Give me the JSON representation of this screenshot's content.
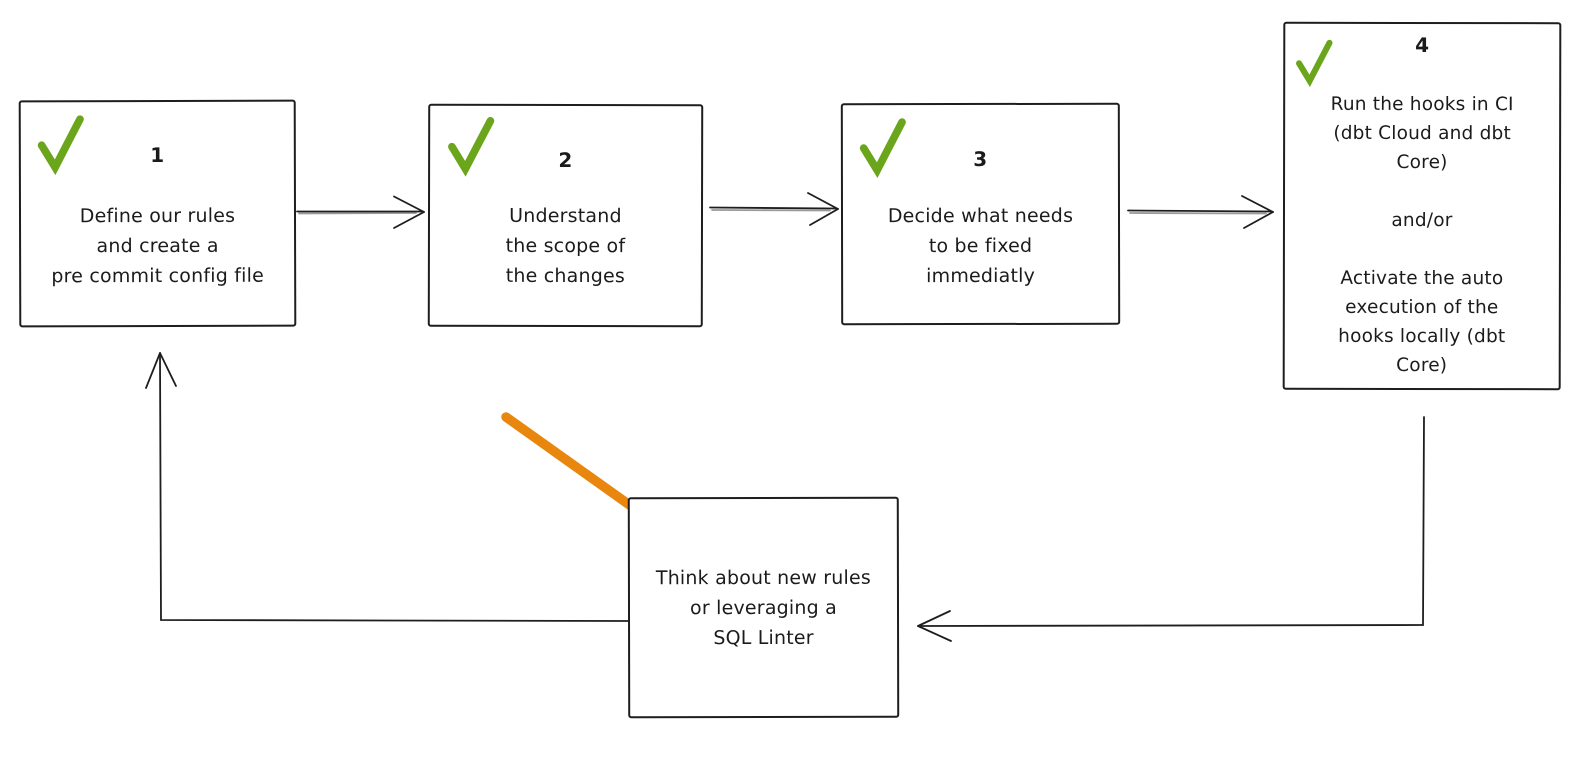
{
  "diagram": {
    "colors": {
      "stroke": "#1e1e1e",
      "check_green": "#6aa51b",
      "highlight_orange": "#e8860e",
      "background": "#ffffff"
    },
    "icons": {
      "checkmark": "checkmark-icon",
      "highlight_arrow": "orange-arrow-icon"
    },
    "steps": [
      {
        "number": "1",
        "checked": true,
        "text": "Define our rules\nand create a\npre commit config file"
      },
      {
        "number": "2",
        "checked": true,
        "text": "Understand\nthe scope of\nthe changes"
      },
      {
        "number": "3",
        "checked": true,
        "text": "Decide what needs\nto be fixed\nimmediatly"
      },
      {
        "number": "4",
        "checked": true,
        "text": "Run the hooks in CI\n(dbt Cloud and dbt\nCore)\n\nand/or\n\nActivate the auto\nexecution of the\nhooks locally (dbt\nCore)"
      },
      {
        "number": "",
        "checked": false,
        "text": "Think about new rules\nor leveraging a\nSQL Linter"
      }
    ]
  }
}
